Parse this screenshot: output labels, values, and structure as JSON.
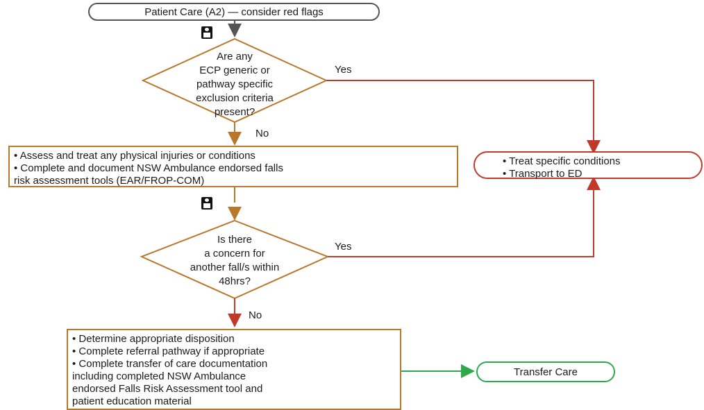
{
  "start": {
    "label": "Patient Care (A2) — consider red flags"
  },
  "decision1": {
    "lines": [
      "Are any",
      "ECP generic or",
      "pathway specific",
      "exclusion criteria",
      "present?"
    ],
    "yes": "Yes",
    "no": "No"
  },
  "box1": {
    "items": [
      "• Assess and treat any physical injuries or conditions",
      "• Complete and document NSW Ambulance endorsed falls",
      "risk assessment tools (EAR/FROP-COM)"
    ]
  },
  "decision2": {
    "lines": [
      "Is there",
      "a concern for",
      "another fall/s within",
      "48hrs?"
    ],
    "yes": "Yes",
    "no": "No"
  },
  "red_box": {
    "items": [
      "• Treat specific conditions",
      "• Transport to ED"
    ]
  },
  "box2": {
    "items": [
      "• Determine appropriate disposition",
      "• Complete referral pathway if appropriate",
      "• Complete transfer of care documentation",
      "including completed NSW Ambulance",
      "endorsed Falls Risk Assessment tool and",
      "patient education material"
    ]
  },
  "end": {
    "label": "Transfer Care"
  },
  "icons": [
    "patient-assessment-icon",
    "patient-assessment-icon"
  ],
  "colors": {
    "process": "#b8772a",
    "yes_path": "#c0392b",
    "end_path": "#2ea84a",
    "start": "#555555"
  }
}
